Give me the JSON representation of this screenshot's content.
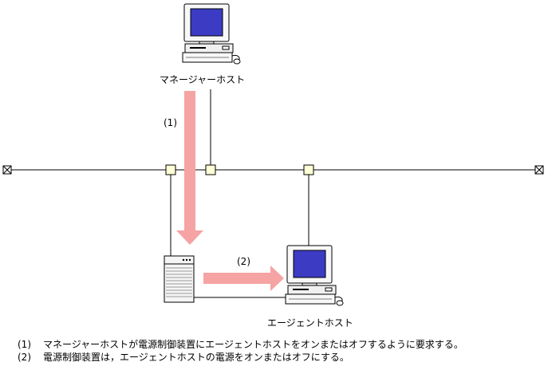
{
  "diagram": {
    "manager_label": "マネージャーホスト",
    "agent_label": "エージェントホスト",
    "step1_label": "(1)",
    "step2_label": "(2)"
  },
  "notes": [
    {
      "num": "(1)",
      "text": "マネージャーホストが電源制御装置にエージェントホストをオンまたはオフするように要求する。"
    },
    {
      "num": "(2)",
      "text": "電源制御装置は，エージェントホストの電源をオンまたはオフにする。"
    }
  ],
  "colors": {
    "arrow": "#f5a3a3",
    "monitor_screen": "#3b3bc4",
    "node": "#ffffd8"
  }
}
